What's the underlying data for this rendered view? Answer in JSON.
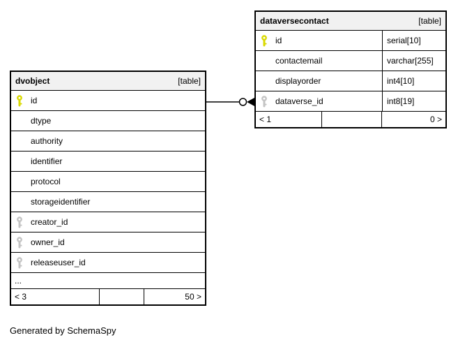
{
  "canvas": {
    "generator_note": "Generated by SchemaSpy"
  },
  "colors": {
    "header_bg": "#f1f1f1",
    "row_bg": "#ffffff",
    "border": "#000000",
    "pk_key": "#d9d900",
    "fk_key": "#c4c4c4"
  },
  "tables": [
    {
      "name": "dvobject",
      "type_label": "[table]",
      "columns": [
        {
          "name": "id",
          "key": "pk"
        },
        {
          "name": "dtype",
          "key": ""
        },
        {
          "name": "authority",
          "key": ""
        },
        {
          "name": "identifier",
          "key": ""
        },
        {
          "name": "protocol",
          "key": ""
        },
        {
          "name": "storageidentifier",
          "key": ""
        },
        {
          "name": "creator_id",
          "key": "fk"
        },
        {
          "name": "owner_id",
          "key": "fk"
        },
        {
          "name": "releaseuser_id",
          "key": "fk"
        }
      ],
      "ellipsis": "...",
      "footer": {
        "left": "< 3",
        "middle": "",
        "right": "50 >"
      }
    },
    {
      "name": "dataversecontact",
      "type_label": "[table]",
      "columns": [
        {
          "name": "id",
          "key": "pk",
          "type": "serial[10]"
        },
        {
          "name": "contactemail",
          "key": "",
          "type": "varchar[255]"
        },
        {
          "name": "displayorder",
          "key": "",
          "type": "int4[10]"
        },
        {
          "name": "dataverse_id",
          "key": "fk",
          "type": "int8[19]"
        }
      ],
      "footer": {
        "left": "< 1",
        "middle": "",
        "right": "0 >"
      }
    }
  ],
  "relationship": {
    "from_table": "dvobject",
    "from_column": "id",
    "to_table": "dataversecontact",
    "to_column": "dataverse_id",
    "cardinality": "zero-or-many"
  }
}
